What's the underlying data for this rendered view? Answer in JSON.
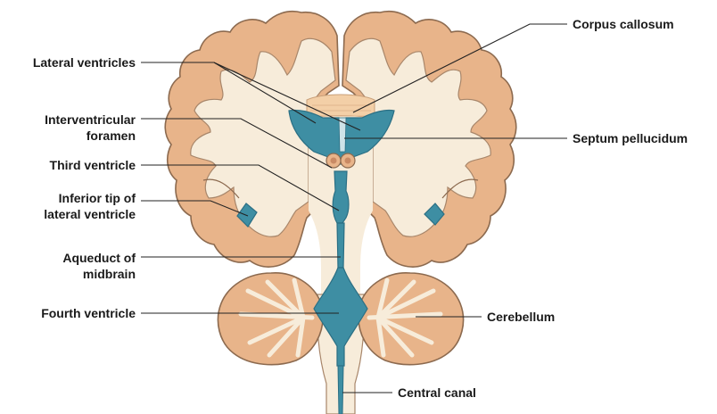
{
  "labels": {
    "lateral_ventricles": "Lateral ventricles",
    "interventricular_foramen_1": "Interventricular",
    "interventricular_foramen_2": "foramen",
    "third_ventricle": "Third ventricle",
    "inferior_tip_1": "Inferior tip of",
    "inferior_tip_2": "lateral ventricle",
    "aqueduct_1": "Aqueduct of",
    "aqueduct_2": "midbrain",
    "fourth_ventricle": "Fourth ventricle",
    "corpus_callosum": "Corpus callosum",
    "septum_pellucidum": "Septum pellucidum",
    "cerebellum": "Cerebellum",
    "central_canal": "Central canal"
  },
  "colors": {
    "cortex": "#e8b48a",
    "white_matter": "#f7ecda",
    "ventricle": "#3e8ea3",
    "ventricle_dark": "#2b6f84",
    "outline": "#8c6a4f",
    "leader": "#222222"
  }
}
